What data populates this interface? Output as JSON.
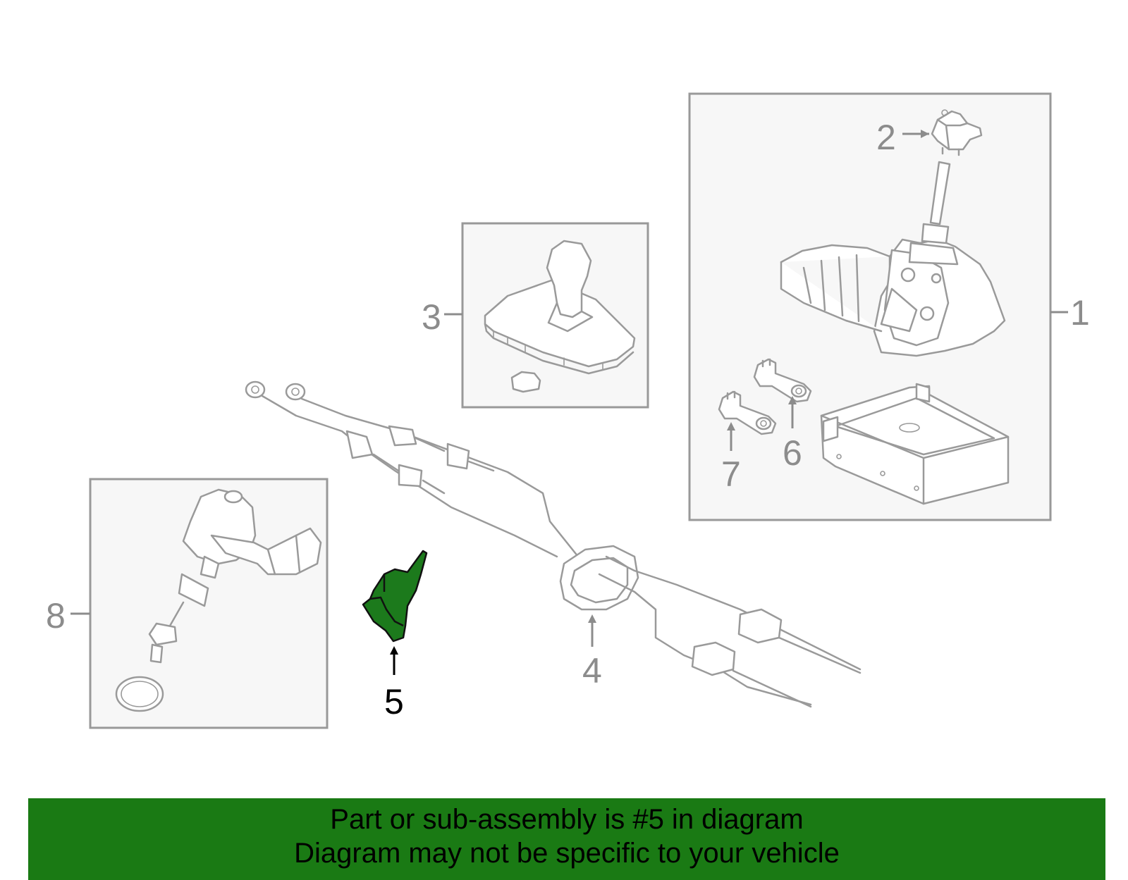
{
  "callouts": {
    "c1": "1",
    "c2": "2",
    "c3": "3",
    "c4": "4",
    "c5": "5",
    "c6": "6",
    "c7": "7",
    "c8": "8"
  },
  "highlighted_part": "5",
  "colors": {
    "highlight_fill": "#1c7a1c",
    "banner_bg": "#1a7a14",
    "line_gray": "#9a9a9a"
  },
  "banner": {
    "line1": "Part or sub-assembly is #5 in diagram",
    "line2": "Diagram may not be specific to your vehicle"
  }
}
